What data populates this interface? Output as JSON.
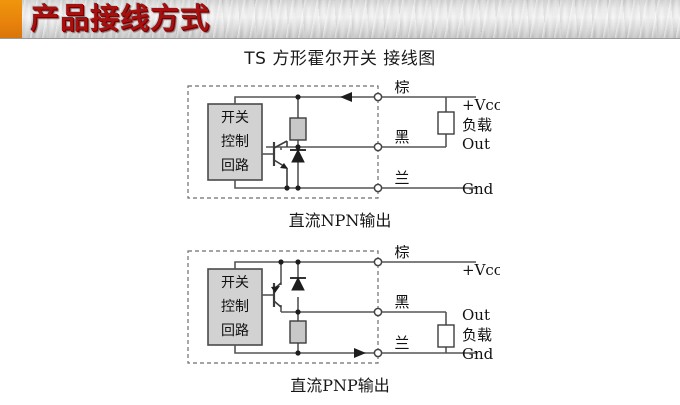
{
  "header": {
    "title": "产品接线方式",
    "accent_color": "#e8820c",
    "title_color": "#a51111"
  },
  "page_title": "TS 方形霍尔开关  接线图",
  "diagrams": [
    {
      "id": "npn",
      "caption": "直流NPN输出",
      "block_lines": [
        "开关",
        "控制",
        "回路"
      ],
      "wire_labels": {
        "top": "棕",
        "middle": "黑",
        "bottom": "兰"
      },
      "terminals": {
        "top": "+Vcc",
        "middle_upper": "负载",
        "middle_lower": "Out",
        "bottom": "Gnd"
      }
    },
    {
      "id": "pnp",
      "caption": "直流PNP输出",
      "block_lines": [
        "开关",
        "控制",
        "回路"
      ],
      "wire_labels": {
        "top": "棕",
        "middle": "黑",
        "bottom": "兰"
      },
      "terminals": {
        "top": "+Vcc",
        "middle_upper": "Out",
        "middle_lower": "负载",
        "bottom": "Gnd"
      }
    }
  ],
  "colors": {
    "wire": "#555555",
    "block_fill": "#d2d2d2",
    "block_stroke": "#4a4a4a",
    "resistor_fill": "#c8c8c8",
    "load_fill": "#ffffff",
    "dash_border": "#6e6e6e"
  }
}
